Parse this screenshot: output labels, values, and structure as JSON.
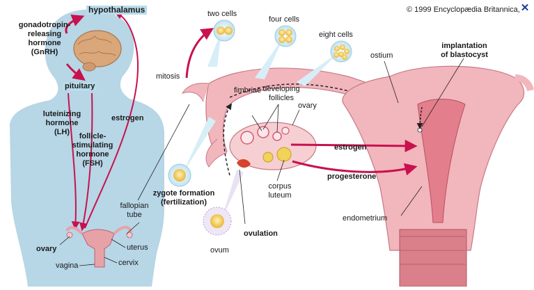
{
  "copyright": "© 1999 Encyclopædia Britannica,",
  "close_label": "✕",
  "close_icon": "close-icon",
  "colors": {
    "hormone_arrow": "#c8114d",
    "body_silhouette": "#b7d6e6",
    "tissue_pink": "#f2b6bd",
    "label_highlight": "#b9dcea"
  },
  "labels": {
    "hypothalamus": "hypothalamus",
    "gnrh": [
      "gonadotropin-",
      "releasing",
      "hormone",
      "(GnRH)"
    ],
    "pituitary": "pituitary",
    "lh": [
      "luteinizing",
      "hormone",
      "(LH)"
    ],
    "fsh": [
      "follicle-",
      "stimulating",
      "hormone",
      "(FSH)"
    ],
    "estrogen_left": "estrogen",
    "fallopian_tube": [
      "fallopian",
      "tube"
    ],
    "ovary_left": "ovary",
    "uterus": "uterus",
    "vagina": "vagina",
    "cervix": "cervix",
    "two_cells": "two cells",
    "four_cells": "four cells",
    "eight_cells": "eight cells",
    "mitosis": "mitosis",
    "fimbriae": "fimbriae",
    "developing_follicles": [
      "developing",
      "follicles"
    ],
    "ovary_right": "ovary",
    "ostium": "ostium",
    "implantation": [
      "implantation",
      "of blastocyst"
    ],
    "estrogen_right": "estrogen",
    "progesterone": "progesterone",
    "zygote": [
      "zygote formation",
      "(fertilization)"
    ],
    "ovulation": "ovulation",
    "corpus_luteum": [
      "corpus",
      "luteum"
    ],
    "ovum": "ovum",
    "endometrium": "endometrium"
  }
}
